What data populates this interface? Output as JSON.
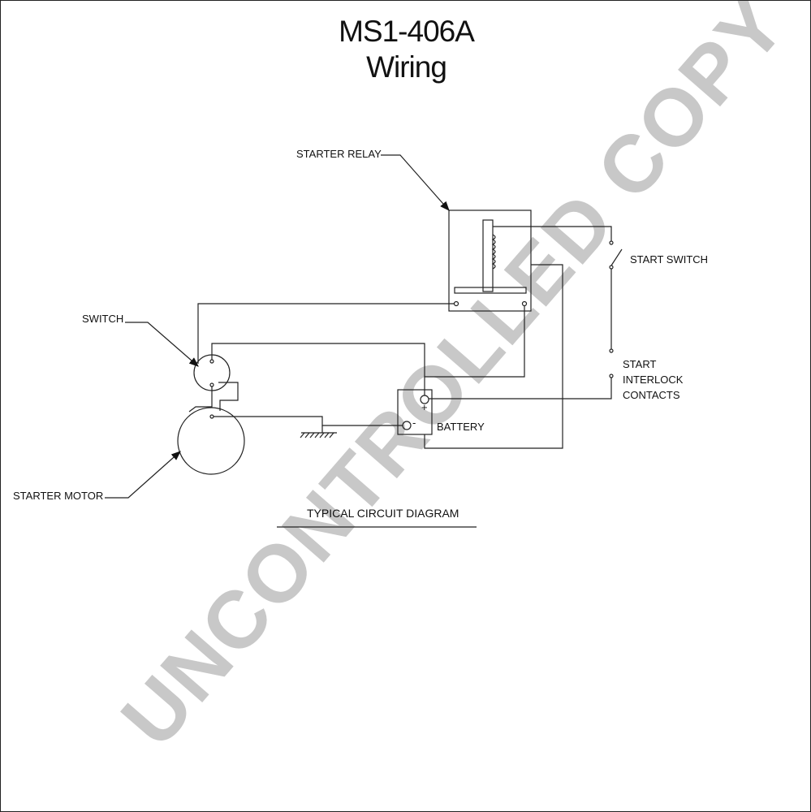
{
  "title": {
    "line1": "MS1-406A",
    "line2": "Wiring"
  },
  "labels": {
    "starter_relay": "STARTER RELAY",
    "start_switch": "START SWITCH",
    "switch": "SWITCH",
    "start_interlock_1": "START",
    "start_interlock_2": "INTERLOCK",
    "start_interlock_3": "CONTACTS",
    "battery": "BATTERY",
    "starter_motor": "STARTER MOTOR",
    "diagram_caption": "TYPICAL CIRCUIT DIAGRAM",
    "battery_plus": "+",
    "battery_minus": "-"
  },
  "watermark": "UNCONTROLLED COPY",
  "colors": {
    "line": "#222222",
    "watermark": "#c8c8c8"
  }
}
